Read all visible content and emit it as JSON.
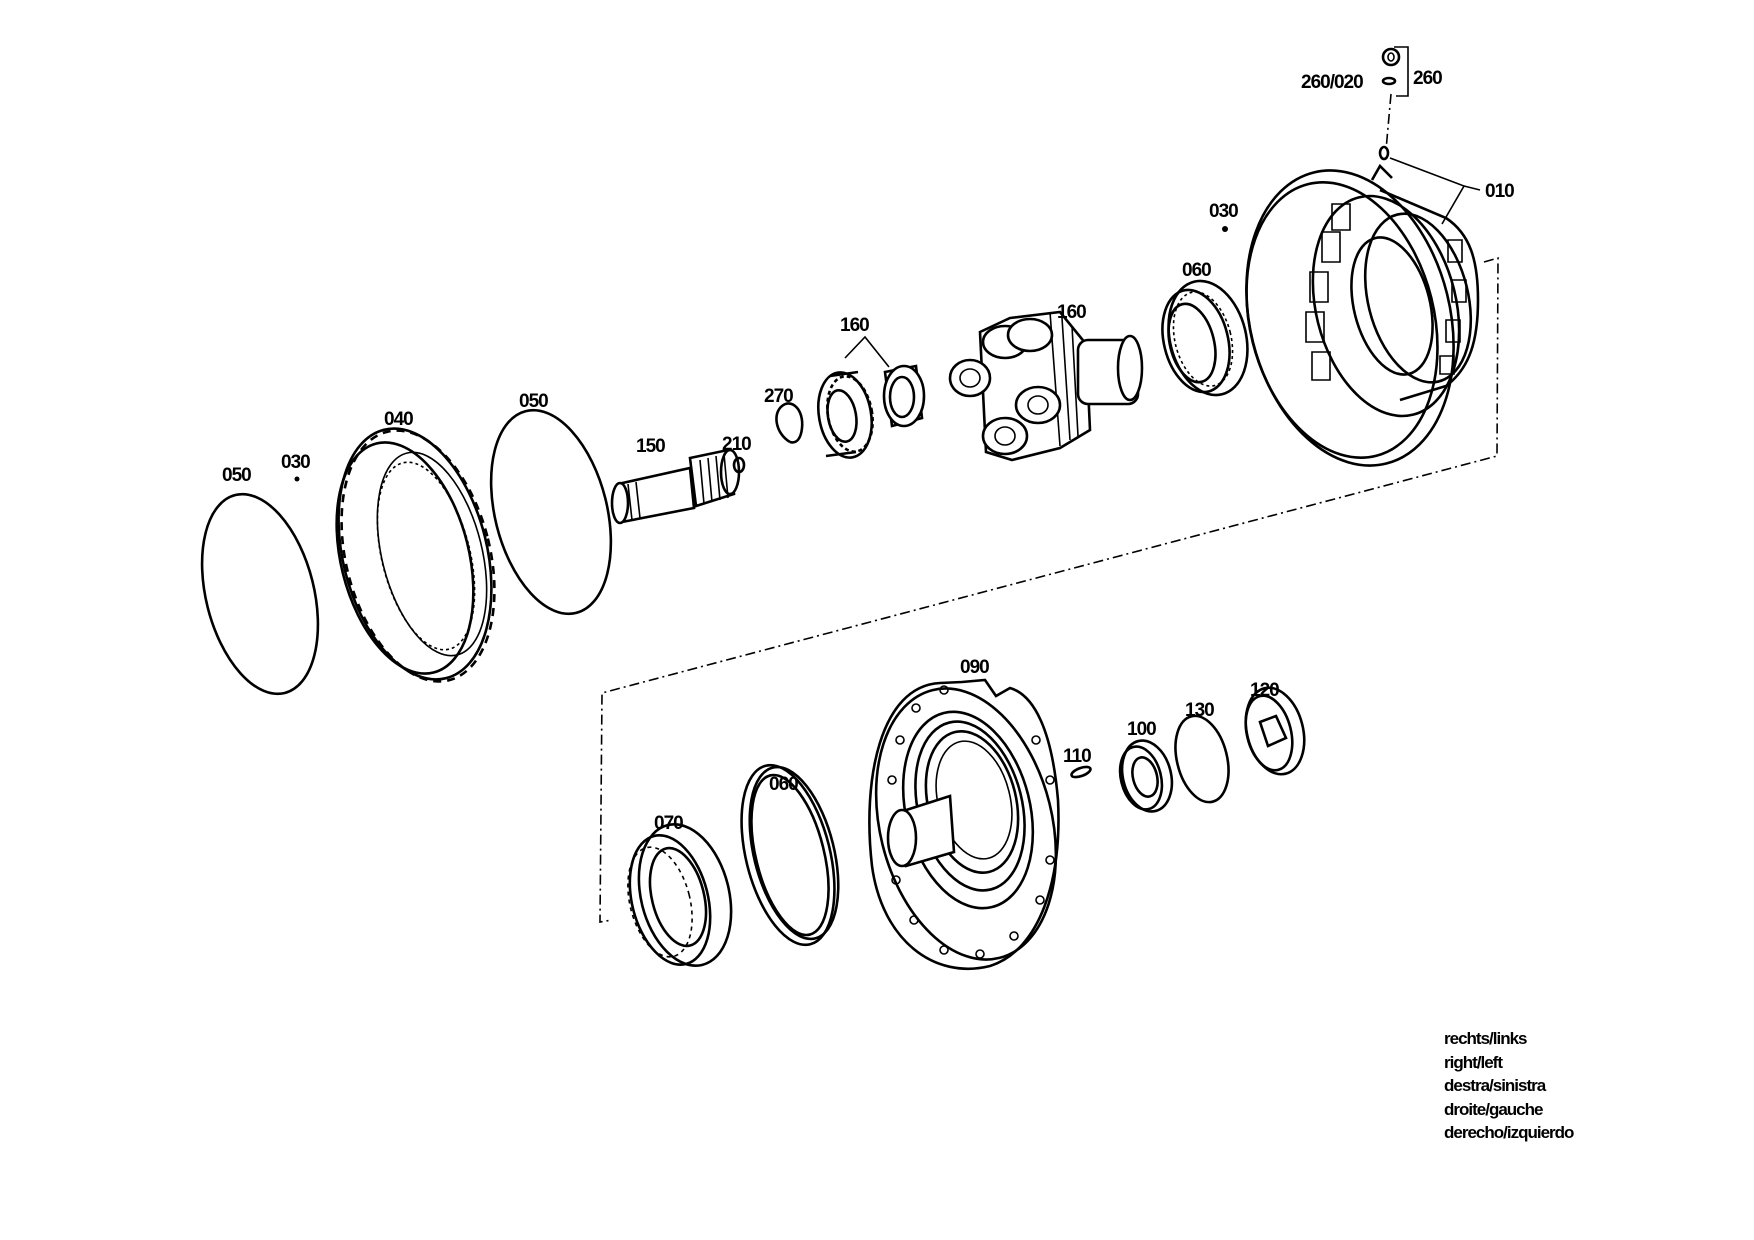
{
  "callouts": {
    "c010": "010",
    "c020": "260/020",
    "c260": "260",
    "c030_top": "030",
    "c030_left": "030",
    "c040": "040",
    "c050_left": "050",
    "c050_mid": "050",
    "c060_top": "060",
    "c060_bottom": "060",
    "c070": "070",
    "c090": "090",
    "c100": "100",
    "c110": "110",
    "c120": "120",
    "c130": "130",
    "c150": "150",
    "c160_left": "160",
    "c160_right": "160",
    "c210": "210",
    "c270": "270"
  },
  "legend": [
    "rechts/links",
    "right/left",
    "destra/sinistra",
    "droite/gauche",
    "derecho/izquierdo"
  ]
}
